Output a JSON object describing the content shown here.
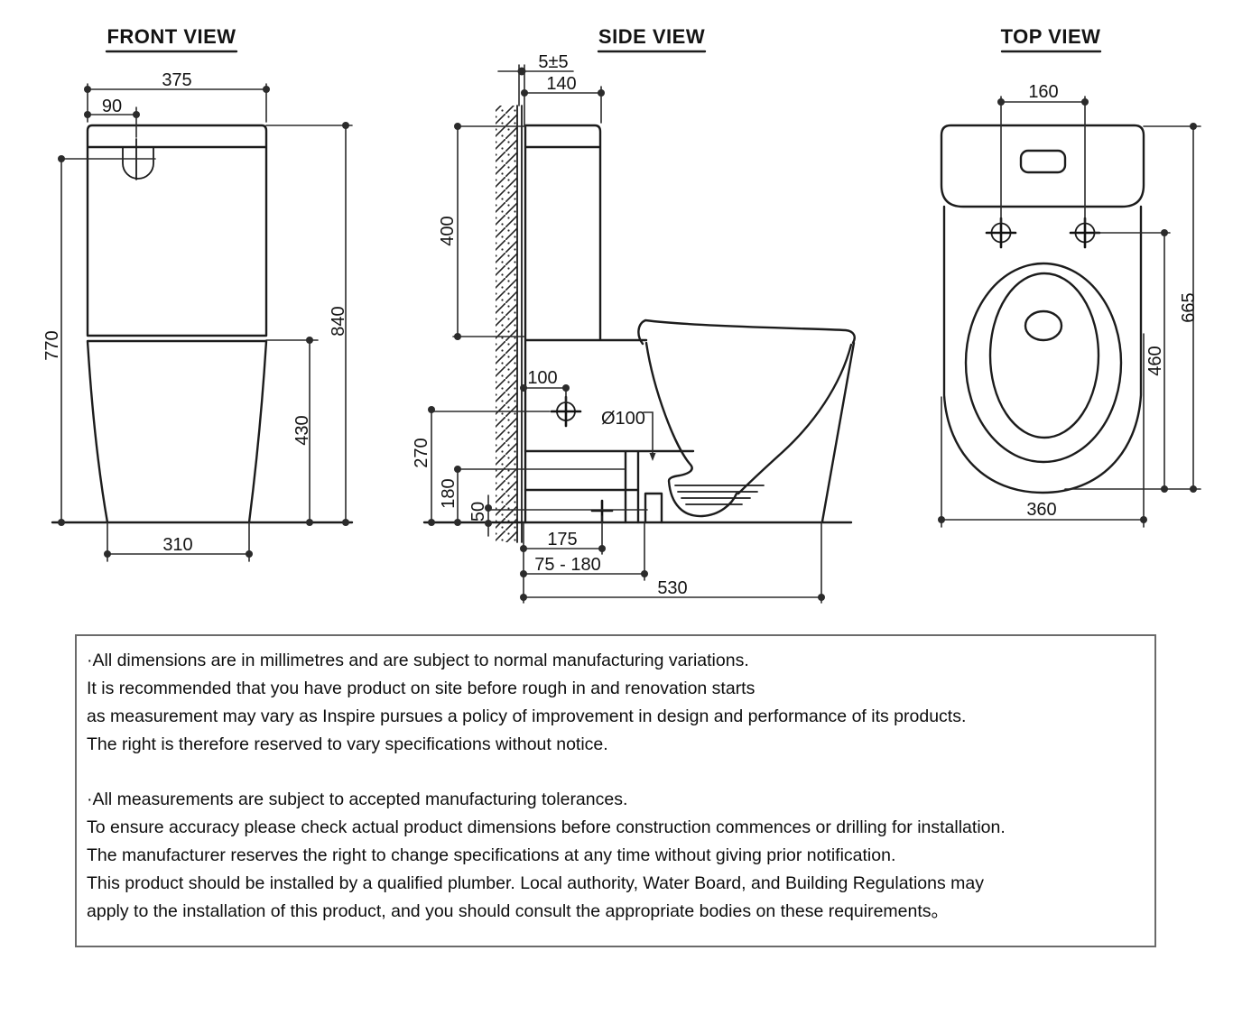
{
  "views": {
    "front": {
      "title": "FRONT VIEW",
      "dims": {
        "tank_width": "375",
        "button_offset": "90",
        "height_to_inlet": "770",
        "overall_height": "840",
        "pan_height": "430",
        "base_width": "310"
      }
    },
    "side": {
      "title": "SIDE VIEW",
      "dims": {
        "wall_gap": "5±5",
        "tank_depth": "140",
        "tank_height": "400",
        "inlet_setback": "100",
        "outlet_diameter": "Ø100",
        "inlet_height": "270",
        "outlet_top_height": "180",
        "trap_height": "50",
        "outlet_setout": "175",
        "setout_range": "75 - 180",
        "overall_depth": "530"
      }
    },
    "top": {
      "title": "TOP VIEW",
      "dims": {
        "fixing_centres": "160",
        "overall_depth": "665",
        "seat_depth": "460",
        "overall_width": "360"
      }
    }
  },
  "notes": {
    "para1": [
      "·All dimensions are in millimetres and are subject to normal manufacturing variations.",
      "It is recommended that you have product on site before rough in and renovation starts",
      "as measurement may vary as Inspire pursues a policy of improvement in design and performance of its products.",
      "The right is therefore reserved to vary specifications without notice."
    ],
    "para2": [
      "·All measurements are subject to accepted manufacturing tolerances.",
      "To ensure accuracy please check actual product dimensions before construction commences or drilling for installation.",
      "The manufacturer reserves the right to change specifications at any time without giving prior notification.",
      "This product should be installed by a qualified plumber. Local authority, Water Board, and Building Regulations may",
      "apply to the installation of this product, and you should consult the appropriate bodies on these requirements。"
    ]
  }
}
